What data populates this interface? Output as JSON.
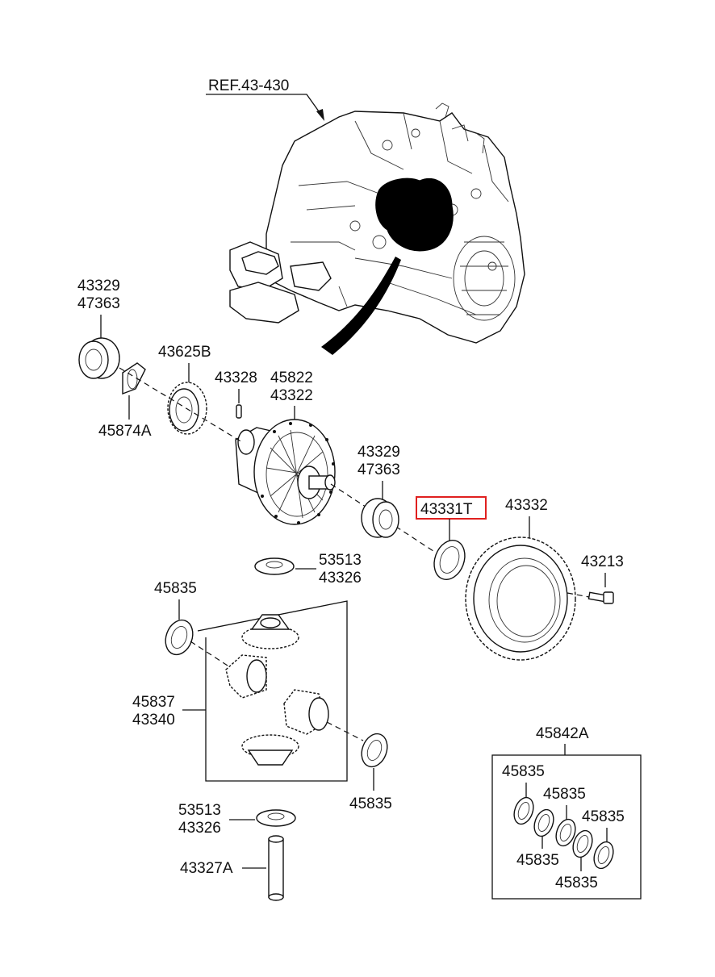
{
  "diagram": {
    "labels": {
      "ref": "REF.43-430",
      "bearing_left_a": "43329",
      "bearing_left_b": "47363",
      "shim_left": "45874A",
      "drive_gear": "43625B",
      "pin": "43328",
      "case_a": "45822",
      "case_b": "43322",
      "bearing_right_a": "43329",
      "bearing_right_b": "47363",
      "shim_right": "43331T",
      "ring_gear": "43332",
      "bolt": "43213",
      "washer_a": "53513",
      "washer_b": "43326",
      "side_washer_top": "45835",
      "gear_set_a": "45837",
      "gear_set_b": "43340",
      "side_washer_bottom": "45835",
      "lower_washer_a": "53513",
      "lower_washer_b": "43326",
      "shaft": "43327A",
      "kit": "45842A",
      "kit_1": "45835",
      "kit_2": "45835",
      "kit_3": "45835",
      "kit_4": "45835",
      "kit_5": "45835"
    },
    "highlight_color": "#e0201f"
  }
}
